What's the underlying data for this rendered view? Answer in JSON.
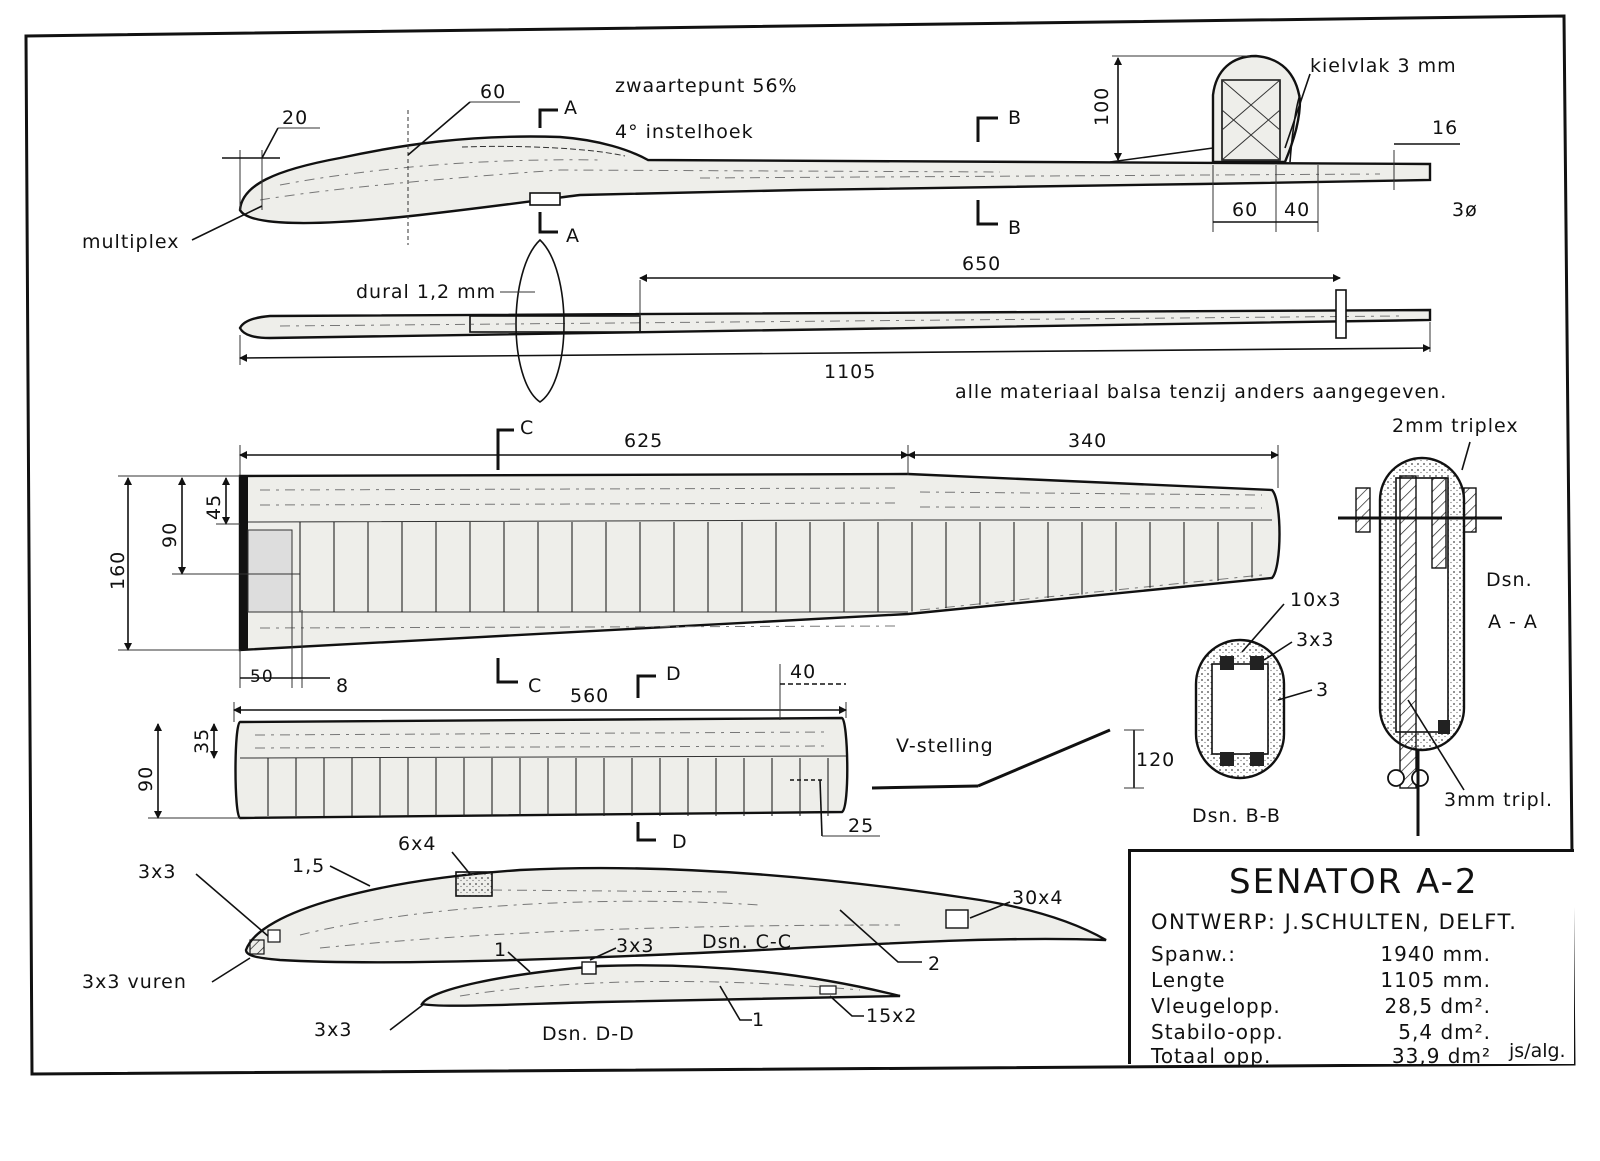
{
  "fuselage_side": {
    "dim_nose_width": "20",
    "dim_nose_length": "60",
    "cg_label": "zwaartepunt 56%",
    "incidence_label": "4° instelhoek",
    "section_a": "A",
    "section_b": "B",
    "material_note": "multiplex",
    "fin_label": "kielvlak 3 mm",
    "dim_fin_height": "100",
    "dim_tail_width": "16",
    "dim_tail_60": "60",
    "dim_tail_40": "40",
    "dim_pin": "3ø"
  },
  "fuselage_top": {
    "dural_label": "dural 1,2 mm",
    "dim_650": "650",
    "dim_total": "1105"
  },
  "general_note": "alle materiaal balsa tenzij anders aangegeven.",
  "wing": {
    "section_c": "C",
    "dim_inner": "625",
    "dim_outer": "340",
    "dim_chord": "160",
    "dim_90": "90",
    "dim_45": "45",
    "dim_50": "50",
    "dim_8": "8"
  },
  "stab": {
    "section_d": "D",
    "dim_span": "560",
    "dim_40": "40",
    "dim_35": "35",
    "dim_90": "90",
    "dim_25": "25"
  },
  "dihedral": {
    "label": "V-stelling",
    "dim_height": "120"
  },
  "section_aa": {
    "triplex_top": "2mm triplex",
    "title_1": "Dsn.",
    "title_2": "A - A",
    "triplex_bottom": "3mm tripl."
  },
  "section_bb": {
    "label_10x3": "10x3",
    "label_3x3": "3x3",
    "label_3": "3",
    "title": "Dsn. B-B"
  },
  "section_cc": {
    "label_3x3": "3x3",
    "label_15": "1,5",
    "label_6x4": "6x4",
    "label_30x4": "30x4",
    "label_vuren": "3x3 vuren",
    "label_2": "2",
    "title": "Dsn. C-C"
  },
  "section_dd": {
    "label_1a": "1",
    "label_3x3": "3x3",
    "label_3x3b": "3x3",
    "label_1b": "1",
    "label_15x2": "15x2",
    "title": "Dsn. D-D"
  },
  "title_block": {
    "title": "SENATOR A-2",
    "designer": "ONTWERP: J.SCHULTEN, DELFT.",
    "specs": [
      {
        "key": "Spanw.:",
        "value": "1940 mm."
      },
      {
        "key": "Lengte",
        "value": "1105 mm."
      },
      {
        "key": "Vleugelopp.",
        "value": "28,5 dm²."
      },
      {
        "key": "Stabilo-opp.",
        "value": "5,4 dm²."
      },
      {
        "key": "Totaal opp.",
        "value": "33,9 dm²"
      }
    ],
    "initials": "js/alg."
  }
}
